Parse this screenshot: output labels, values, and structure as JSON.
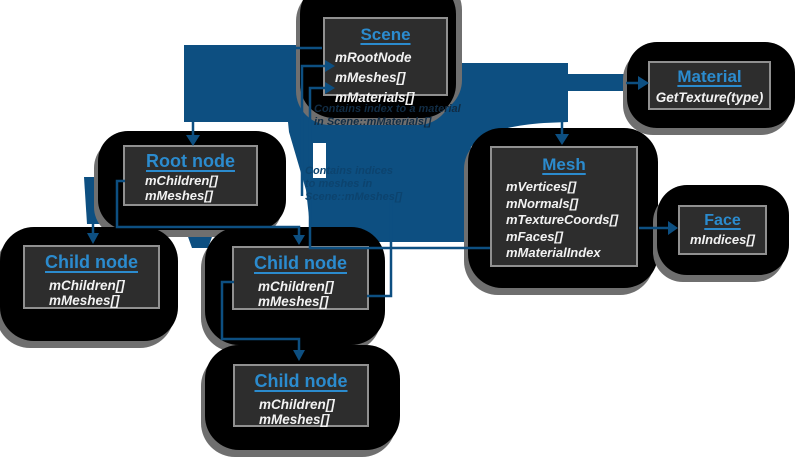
{
  "boxes": {
    "scene": {
      "title": "Scene",
      "members": [
        "mRootNode",
        "mMeshes[]",
        "mMaterials[]"
      ]
    },
    "material": {
      "title": "Material",
      "members": [
        "GetTexture(type)"
      ]
    },
    "mesh": {
      "title": "Mesh",
      "members": [
        "mVertices[]",
        "mNormals[]",
        "mTextureCoords[]",
        "mFaces[]",
        "mMaterialIndex"
      ]
    },
    "face": {
      "title": "Face",
      "members": [
        "mIndices[]"
      ]
    },
    "root": {
      "title": "Root node",
      "members": [
        "mChildren[]",
        "mMeshes[]"
      ]
    },
    "child1": {
      "title": "Child node",
      "members": [
        "mChildren[]",
        "mMeshes[]"
      ]
    },
    "child2": {
      "title": "Child node",
      "members": [
        "mChildren[]",
        "mMeshes[]"
      ]
    },
    "child3": {
      "title": "Child node",
      "members": [
        "mChildren[]",
        "mMeshes[]"
      ]
    }
  },
  "notes": {
    "material_note": {
      "line1": "Contains index to a material",
      "line2": "in Scene::mMaterials[]"
    },
    "mesh_note": {
      "line1": "Contains indices",
      "line2": "to meshes in",
      "line3": "Scene::mMeshes[]"
    }
  },
  "colors": {
    "background": "#ffffff",
    "blob": "#000000",
    "blob_shadow": "#6f6f6f",
    "box_fill": "#2d2d2d",
    "box_border": "#909090",
    "title_blue": "#2b8bce",
    "member_text": "#f2f2f2",
    "arrow_blue": "#0d4f81",
    "note1_text": "#112c44",
    "note2_text": "#0c436e"
  }
}
